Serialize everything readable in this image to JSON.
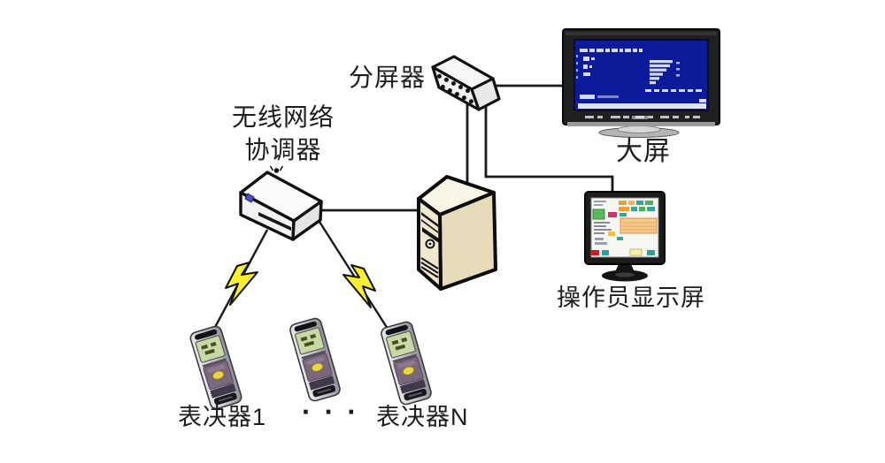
{
  "diagram": {
    "labels": {
      "splitter": "分屏器",
      "coordinator_line1": "无线网络",
      "coordinator_line2": "协调器",
      "big_screen": "大屏",
      "operator_display": "操作员显示屏",
      "voter_first": "表决器1",
      "voter_ellipsis": "···",
      "voter_last": "表决器N"
    },
    "icons": {
      "antenna": "antenna-icon",
      "lightning": "lightning-bolt-icon"
    },
    "colors": {
      "connection_line": "#1a1a1a",
      "outline": "#111111",
      "lightning_fill": "#f8ef2f",
      "tower_front": "#efe7cc",
      "tower_side": "#e6dcba",
      "tower_top": "#f8f4e6",
      "tv_screen_blue": "#0d1b9a",
      "monitor_screen": "#f6f6f2",
      "voter_lcd_green": "#c8d8a6"
    }
  }
}
